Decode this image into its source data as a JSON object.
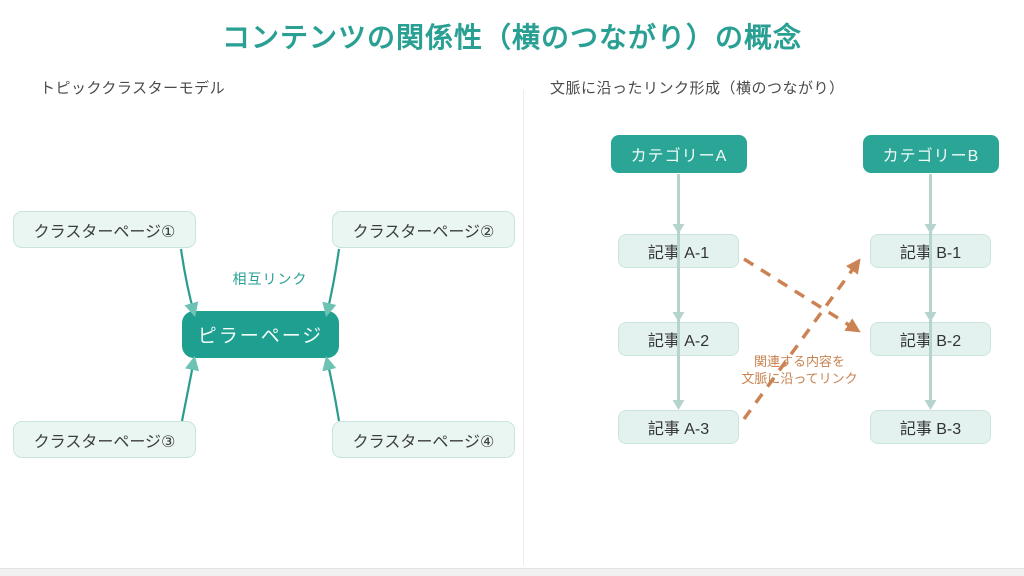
{
  "title": "コンテンツの関係性（横のつながり）の概念",
  "left_panel": {
    "heading": "トピッククラスターモデル",
    "pillar_label": "ピラーページ",
    "mutual_link_label": "相互リンク",
    "clusters": [
      "クラスターページ①",
      "クラスターページ②",
      "クラスターページ③",
      "クラスターページ④"
    ]
  },
  "right_panel": {
    "heading": "文脈に沿ったリンク形成（横のつながり）",
    "category_a": {
      "label": "カテゴリーA",
      "articles": [
        "記事 A-1",
        "記事 A-2",
        "記事 A-3"
      ]
    },
    "category_b": {
      "label": "カテゴリーB",
      "articles": [
        "記事 B-1",
        "記事 B-2",
        "記事 B-3"
      ]
    },
    "contextual_link_note": {
      "line1": "関連する内容を",
      "line2": "文脈に沿ってリンク"
    }
  },
  "colors": {
    "title_teal": "#2aa094",
    "pillar_fill": "#1f9f90",
    "category_fill": "#2aa596",
    "light_box_fill": "#e9f6f2",
    "light_box_border": "#c8e4dd",
    "connector_teal": "#2a9d8f",
    "pale_connector": "#b6d4cd",
    "orange_link": "#cc8354",
    "heading_text": "#4b4b4b"
  }
}
